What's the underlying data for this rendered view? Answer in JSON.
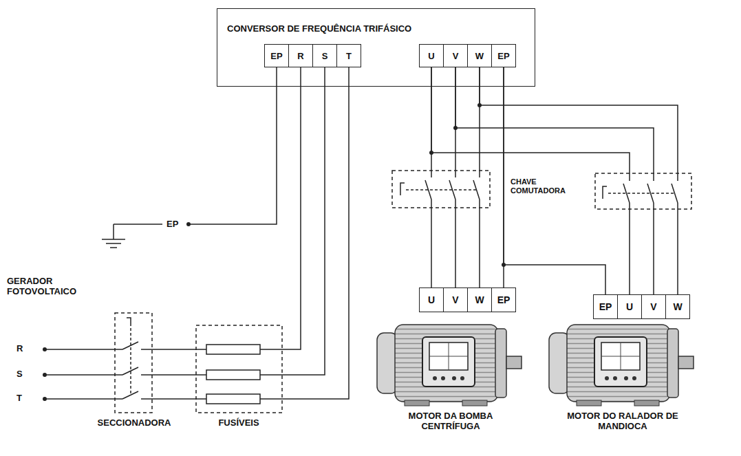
{
  "diagram": {
    "nodes": [
      {
        "text": [
          "CONVERSOR DE FREQUÊNCIA TRIFÁSICO"
        ]
      },
      {
        "text": [
          "EP"
        ],
        "in": 0
      },
      {
        "text": [
          "R"
        ],
        "in": 0
      },
      {
        "text": [
          "S"
        ],
        "in": 0
      },
      {
        "text": [
          "T"
        ],
        "in": 0
      },
      {
        "text": [
          "U"
        ],
        "in": 0
      },
      {
        "text": [
          "V"
        ],
        "in": 0
      },
      {
        "text": [
          "W"
        ],
        "in": 0
      },
      {
        "text": [
          "EP"
        ],
        "in": 0
      },
      {
        "text": [
          "U"
        ]
      },
      {
        "text": [
          "V"
        ]
      },
      {
        "text": [
          "W"
        ]
      },
      {
        "text": [
          "EP"
        ]
      },
      {
        "text": [
          "EP"
        ]
      },
      {
        "text": [
          "U"
        ]
      },
      {
        "text": [
          "V"
        ]
      },
      {
        "text": [
          "W"
        ]
      }
    ],
    "edges": [
      {
        "from": 5,
        "to": 9,
        "arrow": "none"
      },
      {
        "from": 6,
        "to": 10,
        "arrow": "none"
      },
      {
        "from": 7,
        "to": 11,
        "arrow": "none"
      },
      {
        "from": 8,
        "to": 12,
        "arrow": "none"
      },
      {
        "from": 5,
        "to": 14,
        "arrow": "none"
      },
      {
        "from": 6,
        "to": 15,
        "arrow": "none"
      },
      {
        "from": 7,
        "to": 16,
        "arrow": "none"
      },
      {
        "from": 8,
        "to": 13,
        "arrow": "none"
      }
    ],
    "labels": [
      "EP",
      "GERADOR FOTOVOLTAICO",
      "R",
      "S",
      "T",
      "SECCIONADORA",
      "FUSÍVEIS",
      "CHAVE COMUTADORA",
      "MOTOR DA BOMBA CENTRÍFUGA",
      "MOTOR DO RALADOR DE MANDIOCA"
    ]
  }
}
